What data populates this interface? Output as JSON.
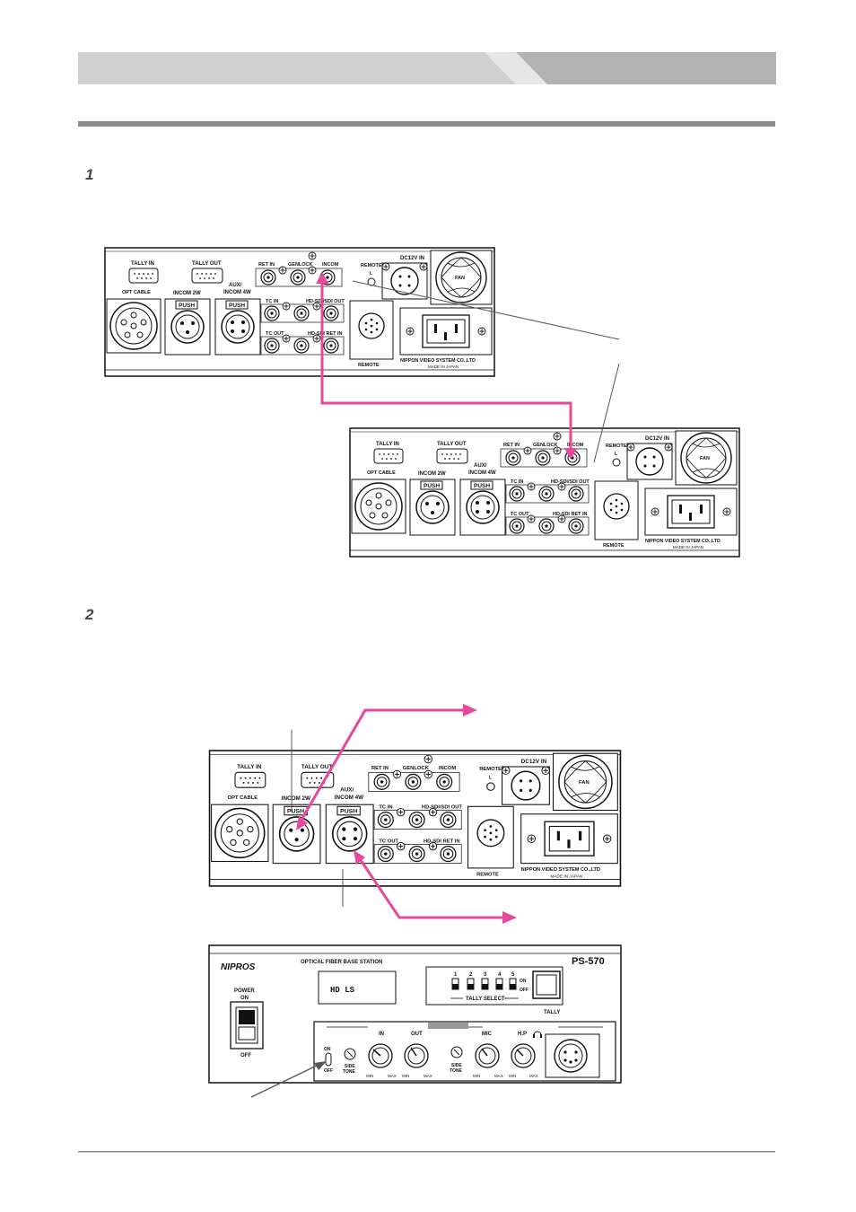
{
  "steps": {
    "one": "1",
    "two": "2"
  },
  "rear_panel": {
    "tally_in": "TALLY IN",
    "tally_out": "TALLY OUT",
    "opt_cable": "OPT CABLE",
    "ret_in": "RET IN",
    "genlock": "GENLOCK",
    "incom": "INCOM",
    "remote_top": "REMOTE",
    "remote_l": "L",
    "dc12v_in": "DC12V IN",
    "fan": "FAN",
    "incom_2w": "INCOM 2W",
    "aux_incom_4w_1": "AUX/",
    "aux_incom_4w_2": "INCOM 4W",
    "push": "PUSH",
    "tc_in": "TC IN",
    "hd_sdi_out": "HD-SDI/SDI OUT",
    "tc_out": "TC OUT",
    "hd_sdi_ret_in": "HD-SDI RET IN",
    "remote_bottom": "REMOTE",
    "maker": "NIPPON VIDEO SYSTEM CO.,LTD",
    "made_in": "MADE IN JAPAN"
  },
  "front_panel": {
    "brand": "NIPROS",
    "station": "OPTICAL FIBER BASE STATION",
    "model": "PS-570",
    "display": "HD LS",
    "power": "POWER",
    "on": "ON",
    "off": "OFF",
    "tally_select": "TALLY SELECT",
    "tally_numbers": [
      "1",
      "2",
      "3",
      "4",
      "5"
    ],
    "tally_on": "ON",
    "tally_off": "OFF",
    "tally": "TALLY",
    "knob_in": "IN",
    "knob_out": "OUT",
    "knob_mic": "MIC",
    "knob_hp": "H.P",
    "min": "MIN",
    "max": "MAX",
    "side": "SIDE",
    "tone": "TONE",
    "sw_on": "ON",
    "sw_off": "OFF"
  },
  "colors": {
    "accent": "#e8489a",
    "header_gray": "#b3b3b3",
    "rule_gray": "#888888"
  }
}
